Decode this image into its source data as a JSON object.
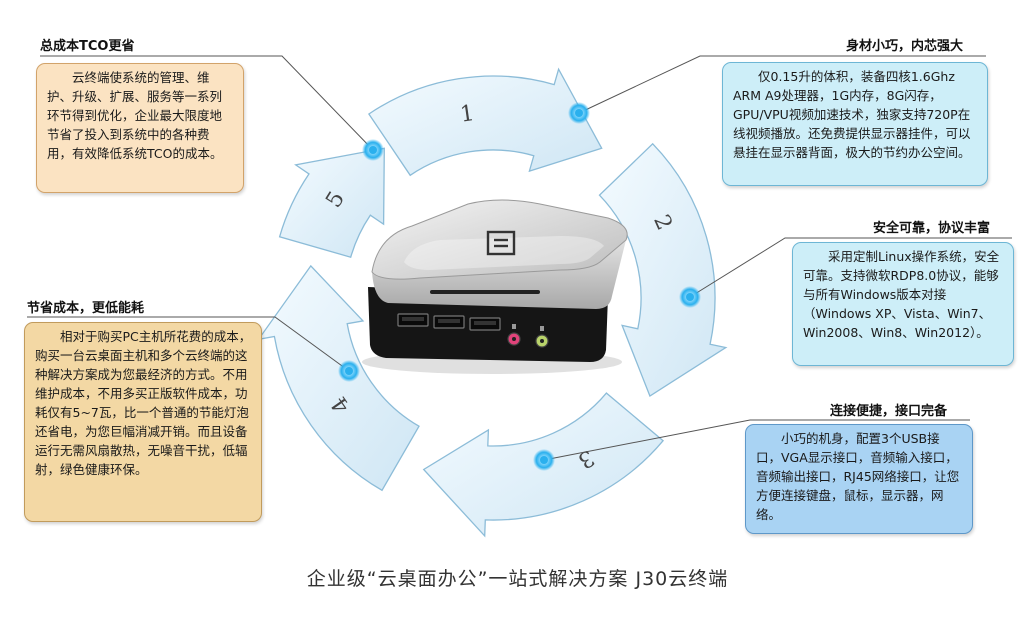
{
  "steps": [
    "1",
    "2",
    "3",
    "4",
    "5"
  ],
  "sections": [
    {
      "id": "tco",
      "title": "总成本TCO更省",
      "text": "云终端使系统的管理、维护、升级、扩展、服务等一系列环节得到优化，企业最大限度地节省了投入到系统中的各种费用，有效降低系统TCO的成本。"
    },
    {
      "id": "compact",
      "title": "身材小巧，内芯强大",
      "text": "仅0.15升的体积，装备四核1.6Ghz ARM A9处理器，1G内存，8G闪存，GPU/VPU视频加速技术，独家支持720P在线视频播放。还免费提供显示器挂件，可以悬挂在显示器背面，极大的节约办公空间。"
    },
    {
      "id": "secure",
      "title": "安全可靠，协议丰富",
      "text": "采用定制Linux操作系统，安全可靠。支持微软RDP8.0协议，能够与所有Windows版本对接（Windows XP、Vista、Win7、Win2008、Win8、Win2012）。"
    },
    {
      "id": "saving",
      "title": "节省成本，更低能耗",
      "text": "相对于购买PC主机所花费的成本，购买一台云桌面主机和多个云终端的这种解决方案成为您最经济的方式。不用维护成本，不用多买正版软件成本，功耗仅有5~7瓦，比一个普通的节能灯泡还省电，为您巨幅消减开销。而且设备运行无需风扇散热，无噪音干扰，低辐射，绿色健康环保。"
    },
    {
      "id": "ports",
      "title": "连接便捷，接口完备",
      "text": "小巧的机身，配置3个USB接口，VGA显示接口，音频输入接口，音频输出接口，RJ45网络接口，让您方便连接键盘，鼠标，显示器，网络。"
    }
  ],
  "caption": "企业级“云桌面办公”一站式解决方案  J30云终端",
  "colors": {
    "arrow_fill": "#dcedf7",
    "arrow_stroke": "#8cbcd8",
    "node": "#2ab0ee",
    "box_orange": "#fbe3c2",
    "box_cyan": "#cdeef8",
    "box_tan": "#f3d8a4",
    "box_blue": "#a9d3f3"
  },
  "icons": [
    "device-image",
    "usb-port-icon",
    "audio-jack-icon",
    "logo-icon"
  ]
}
